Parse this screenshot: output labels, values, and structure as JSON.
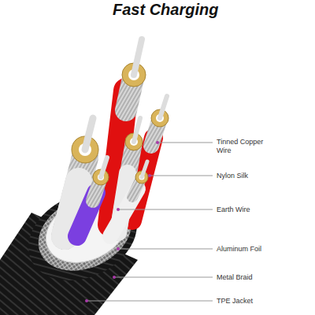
{
  "diagram": {
    "title": "Fast Charging",
    "labels": [
      "Tinned Copper Wire",
      "Nylon Silk",
      "Earth Wire",
      "Aluminum Foil",
      "Metal Braid",
      "TPE Jacket"
    ]
  }
}
